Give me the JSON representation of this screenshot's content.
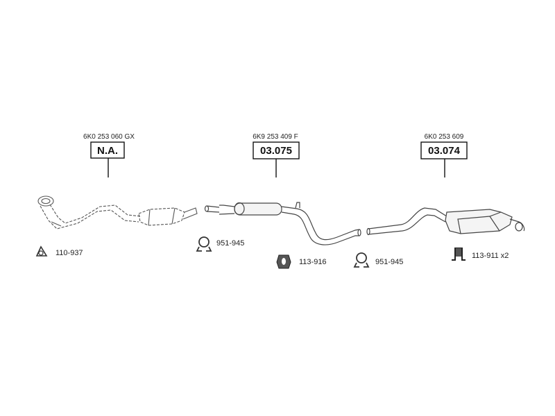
{
  "sections": [
    {
      "code": "6K0 253 060 GX",
      "ref": "N.A."
    },
    {
      "code": "6K9 253 409 F",
      "ref": "03.075"
    },
    {
      "code": "6K0 253 609",
      "ref": "03.074"
    }
  ],
  "parts": [
    {
      "number": "110-937",
      "icon": "gasket-icon"
    },
    {
      "number": "951-945",
      "icon": "clamp-icon"
    },
    {
      "number": "113-916",
      "icon": "rubber-hanger-icon"
    },
    {
      "number": "951-945",
      "icon": "clamp-icon"
    },
    {
      "number": "113-911 x2",
      "icon": "mounting-bracket-icon"
    }
  ]
}
